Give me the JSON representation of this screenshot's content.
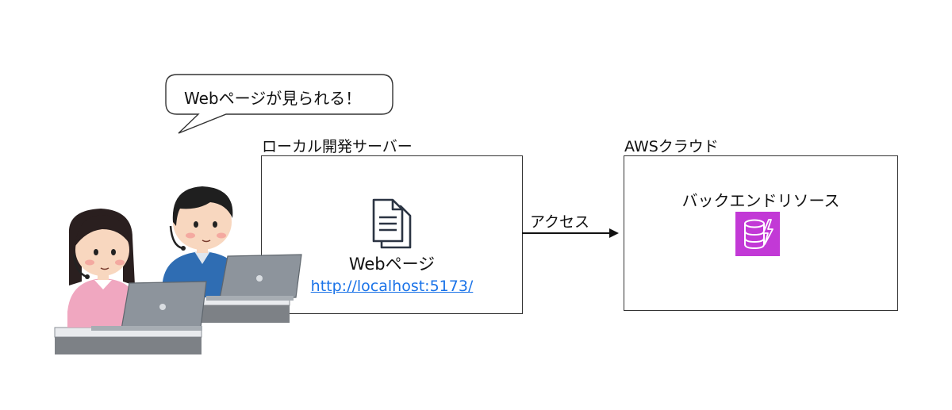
{
  "bubble": {
    "text": "Webページが見られる！"
  },
  "local_server": {
    "title": "ローカル開発サーバー",
    "page_label": "Webページ",
    "url": "http://localhost:5173/",
    "icon": "document-icon"
  },
  "connection": {
    "label": "アクセス"
  },
  "aws": {
    "title": "AWSクラウド",
    "resource_label": "バックエンドリソース",
    "icon": "dynamodb-icon",
    "icon_color": "#c239d6"
  },
  "colors": {
    "link": "#1a73e8",
    "border": "#333333"
  }
}
